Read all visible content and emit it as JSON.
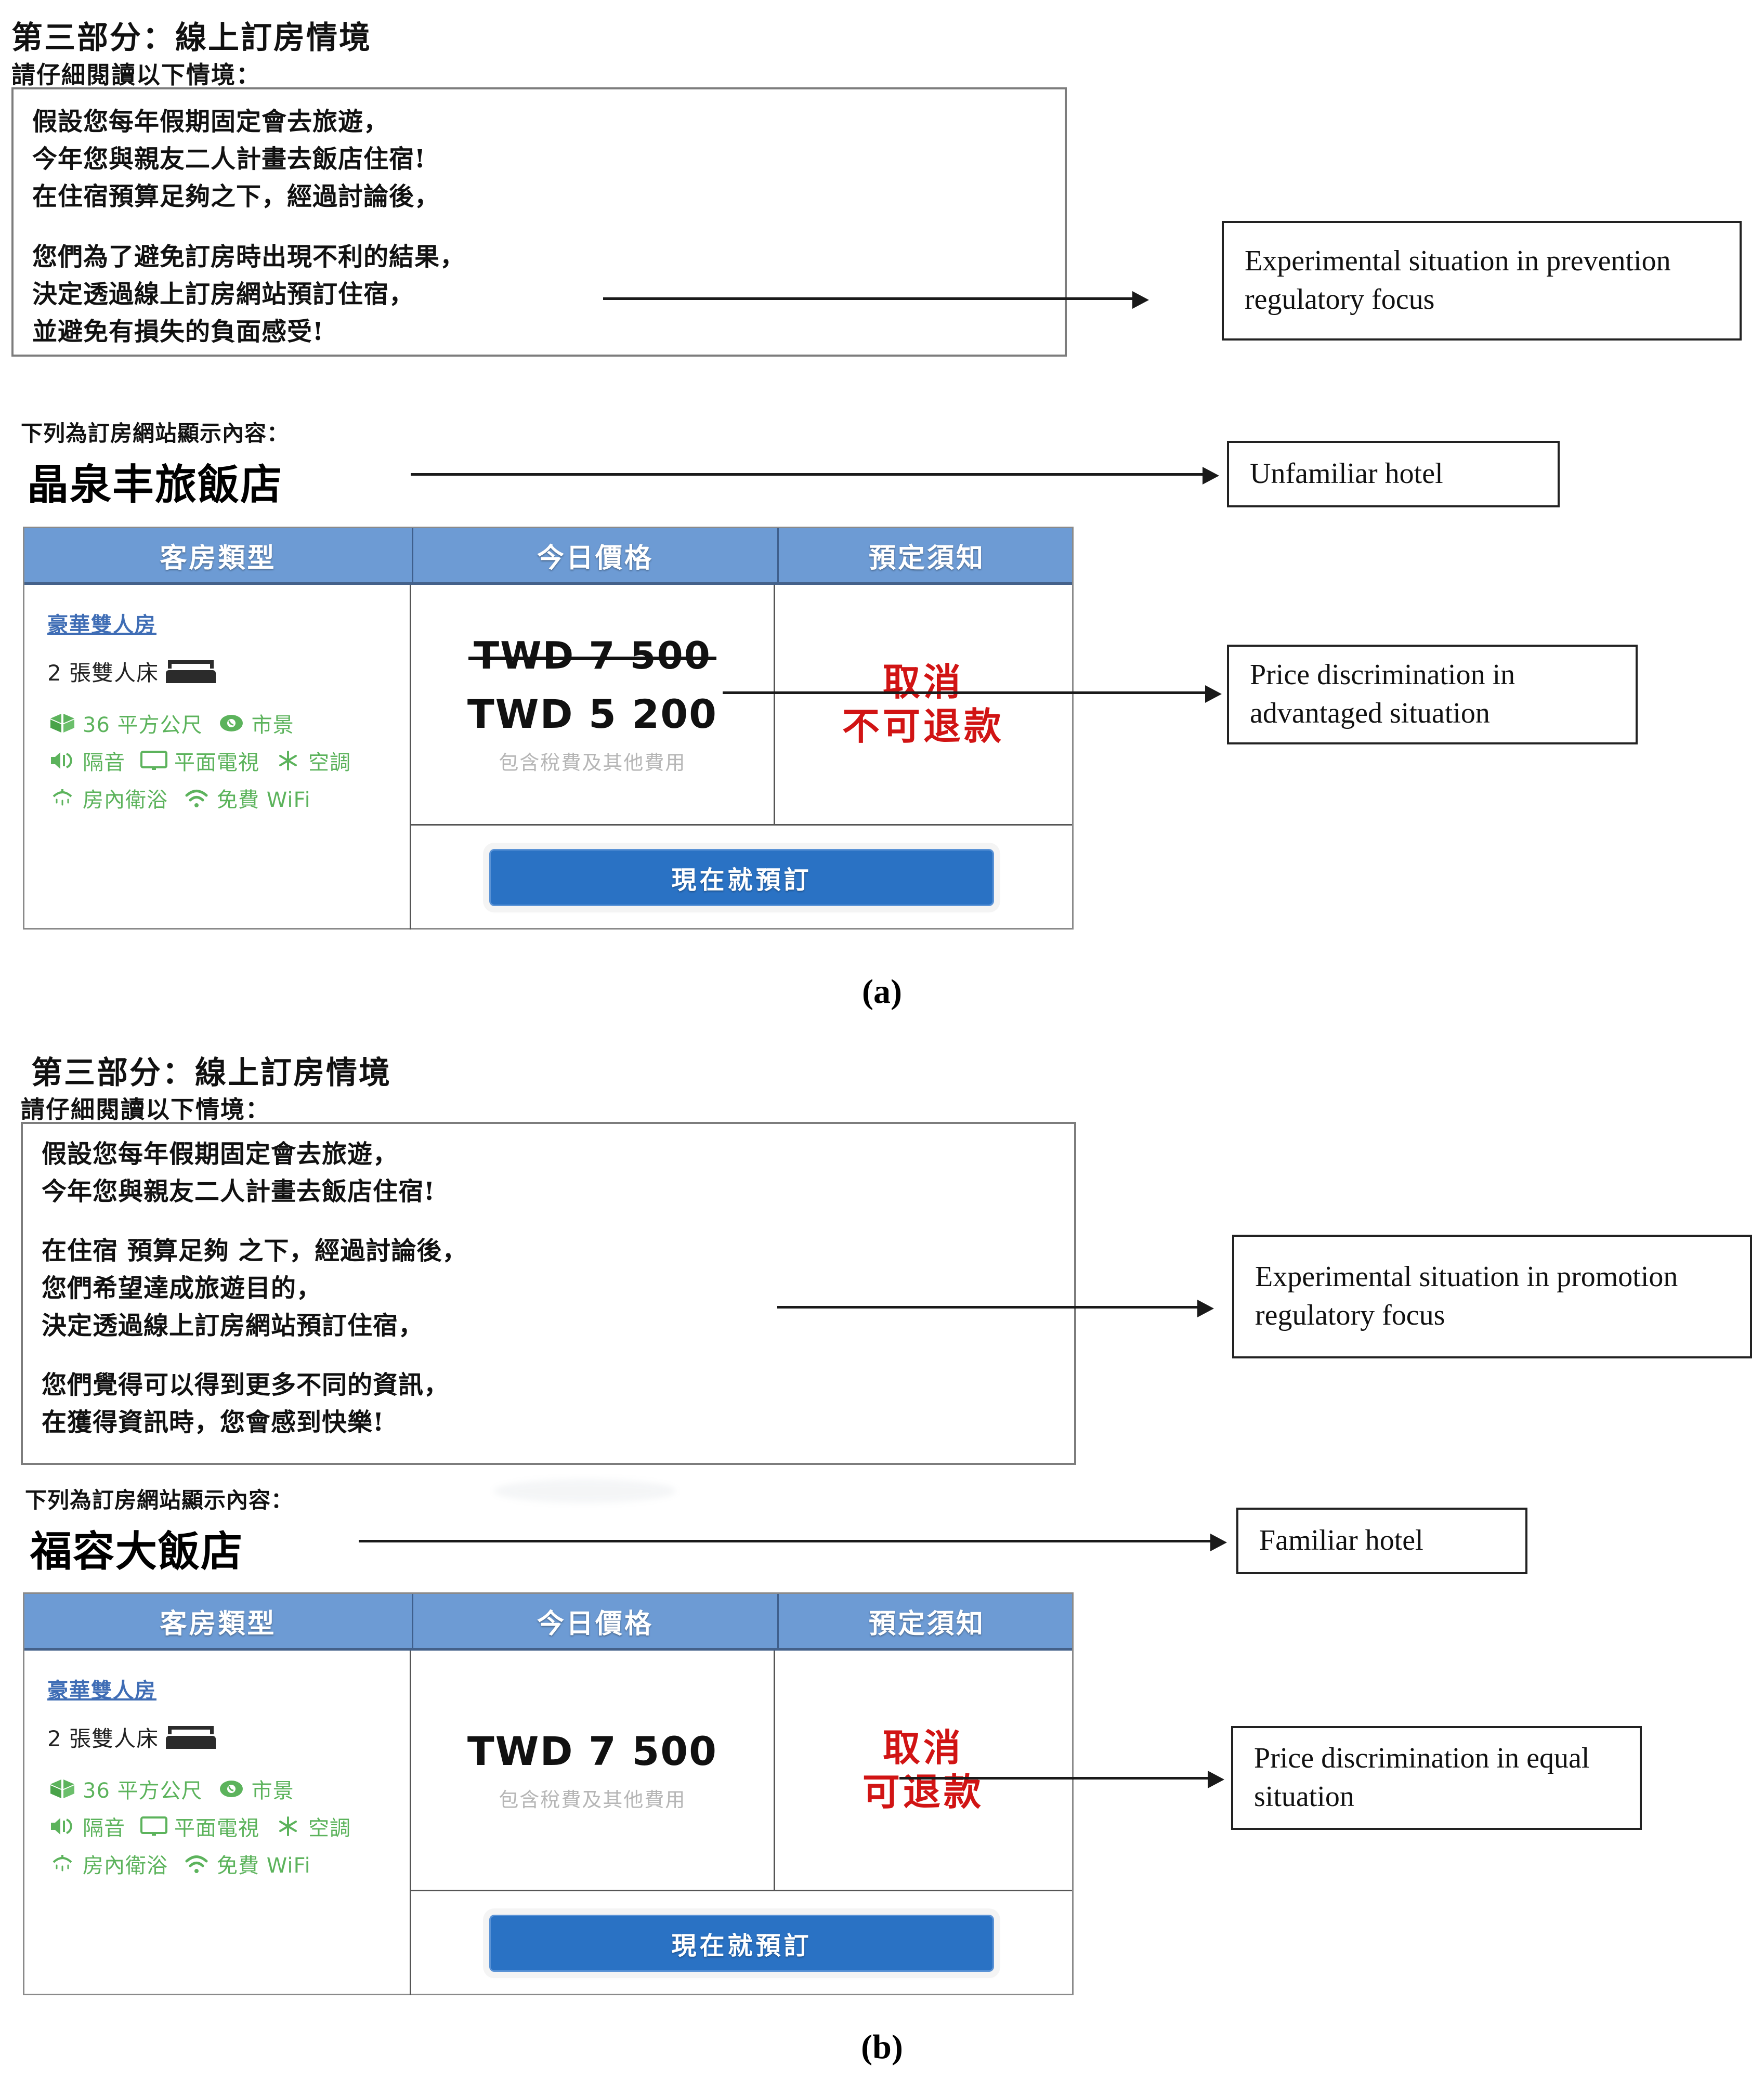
{
  "figure": {
    "panel_a_label": "(a)",
    "panel_b_label": "(b)"
  },
  "panel_a": {
    "section_title": "第三部分：線上訂房情境",
    "section_instruction": "請仔細閱讀以下情境：",
    "scenario_lines": [
      "假設您每年假期固定會去旅遊，",
      "今年您與親友二人計畫去飯店住宿!",
      "在住宿預算足夠之下，經過討論後，",
      "",
      "您們為了避免訂房時出現不利的結果，",
      "決定透過線上訂房網站預訂住宿，",
      "並避免有損失的負面感受!"
    ],
    "site_note": "下列為訂房網站顯示內容：",
    "hotel_name": "晶泉丰旅飯店",
    "table": {
      "headers": [
        "客房類型",
        "今日價格",
        "預定須知"
      ],
      "room_type_link": "豪華雙人房",
      "bed_text": "2 張雙人床",
      "amenities": [
        {
          "icon": "area-icon",
          "label": "36 平方公尺"
        },
        {
          "icon": "eye-view-icon",
          "label": "市景"
        },
        {
          "icon": "soundproof-speaker-icon",
          "label": "隔音"
        },
        {
          "icon": "flat-tv-icon",
          "label": "平面電視"
        },
        {
          "icon": "air-conditioning-snowflake-icon",
          "label": "空調"
        },
        {
          "icon": "shower-icon",
          "label": "房內衛浴"
        },
        {
          "icon": "wifi-icon",
          "label": "免費 WiFi"
        }
      ],
      "price_original": "TWD 7 500",
      "price_discounted": "TWD 5 200",
      "price_note": "包含稅費及其他費用",
      "cancel_line1": "取消",
      "cancel_line2": "不可退款",
      "book_button": "現在就預訂"
    },
    "annotations": {
      "scenario": "Experimental situation in prevention regulatory focus",
      "hotel": "Unfamiliar hotel",
      "price": "Price discrimination in advantaged situation"
    }
  },
  "panel_b": {
    "section_title": "第三部分：線上訂房情境",
    "section_instruction": "請仔細閱讀以下情境：",
    "scenario_lines": [
      "假設您每年假期固定會去旅遊，",
      "今年您與親友二人計畫去飯店住宿!",
      "",
      "在住宿 預算足夠 之下，經過討論後，",
      "您們希望達成旅遊目的，",
      "決定透過線上訂房網站預訂住宿，",
      "",
      "您們覺得可以得到更多不同的資訊，",
      "在獲得資訊時，您會感到快樂!"
    ],
    "site_note": "下列為訂房網站顯示內容：",
    "hotel_name": "福容大飯店",
    "table": {
      "headers": [
        "客房類型",
        "今日價格",
        "預定須知"
      ],
      "room_type_link": "豪華雙人房",
      "bed_text": "2 張雙人床",
      "amenities": [
        {
          "icon": "area-icon",
          "label": "36 平方公尺"
        },
        {
          "icon": "eye-view-icon",
          "label": "市景"
        },
        {
          "icon": "soundproof-speaker-icon",
          "label": "隔音"
        },
        {
          "icon": "flat-tv-icon",
          "label": "平面電視"
        },
        {
          "icon": "air-conditioning-snowflake-icon",
          "label": "空調"
        },
        {
          "icon": "shower-icon",
          "label": "房內衛浴"
        },
        {
          "icon": "wifi-icon",
          "label": "免費 WiFi"
        }
      ],
      "price_main": "TWD 7 500",
      "price_note": "包含稅費及其他費用",
      "cancel_line1": "取消",
      "cancel_line2": "可退款",
      "book_button": "現在就預訂"
    },
    "annotations": {
      "scenario": "Experimental situation in promotion regulatory focus",
      "hotel": "Familiar hotel",
      "price": "Price discrimination in equal situation"
    }
  },
  "colors": {
    "table_header_blue": "#6d9bd4",
    "book_button_blue": "#2a72c4",
    "amenity_green": "#5cb35c",
    "cancel_red": "#d11414",
    "room_link_blue": "#3f6db5"
  }
}
